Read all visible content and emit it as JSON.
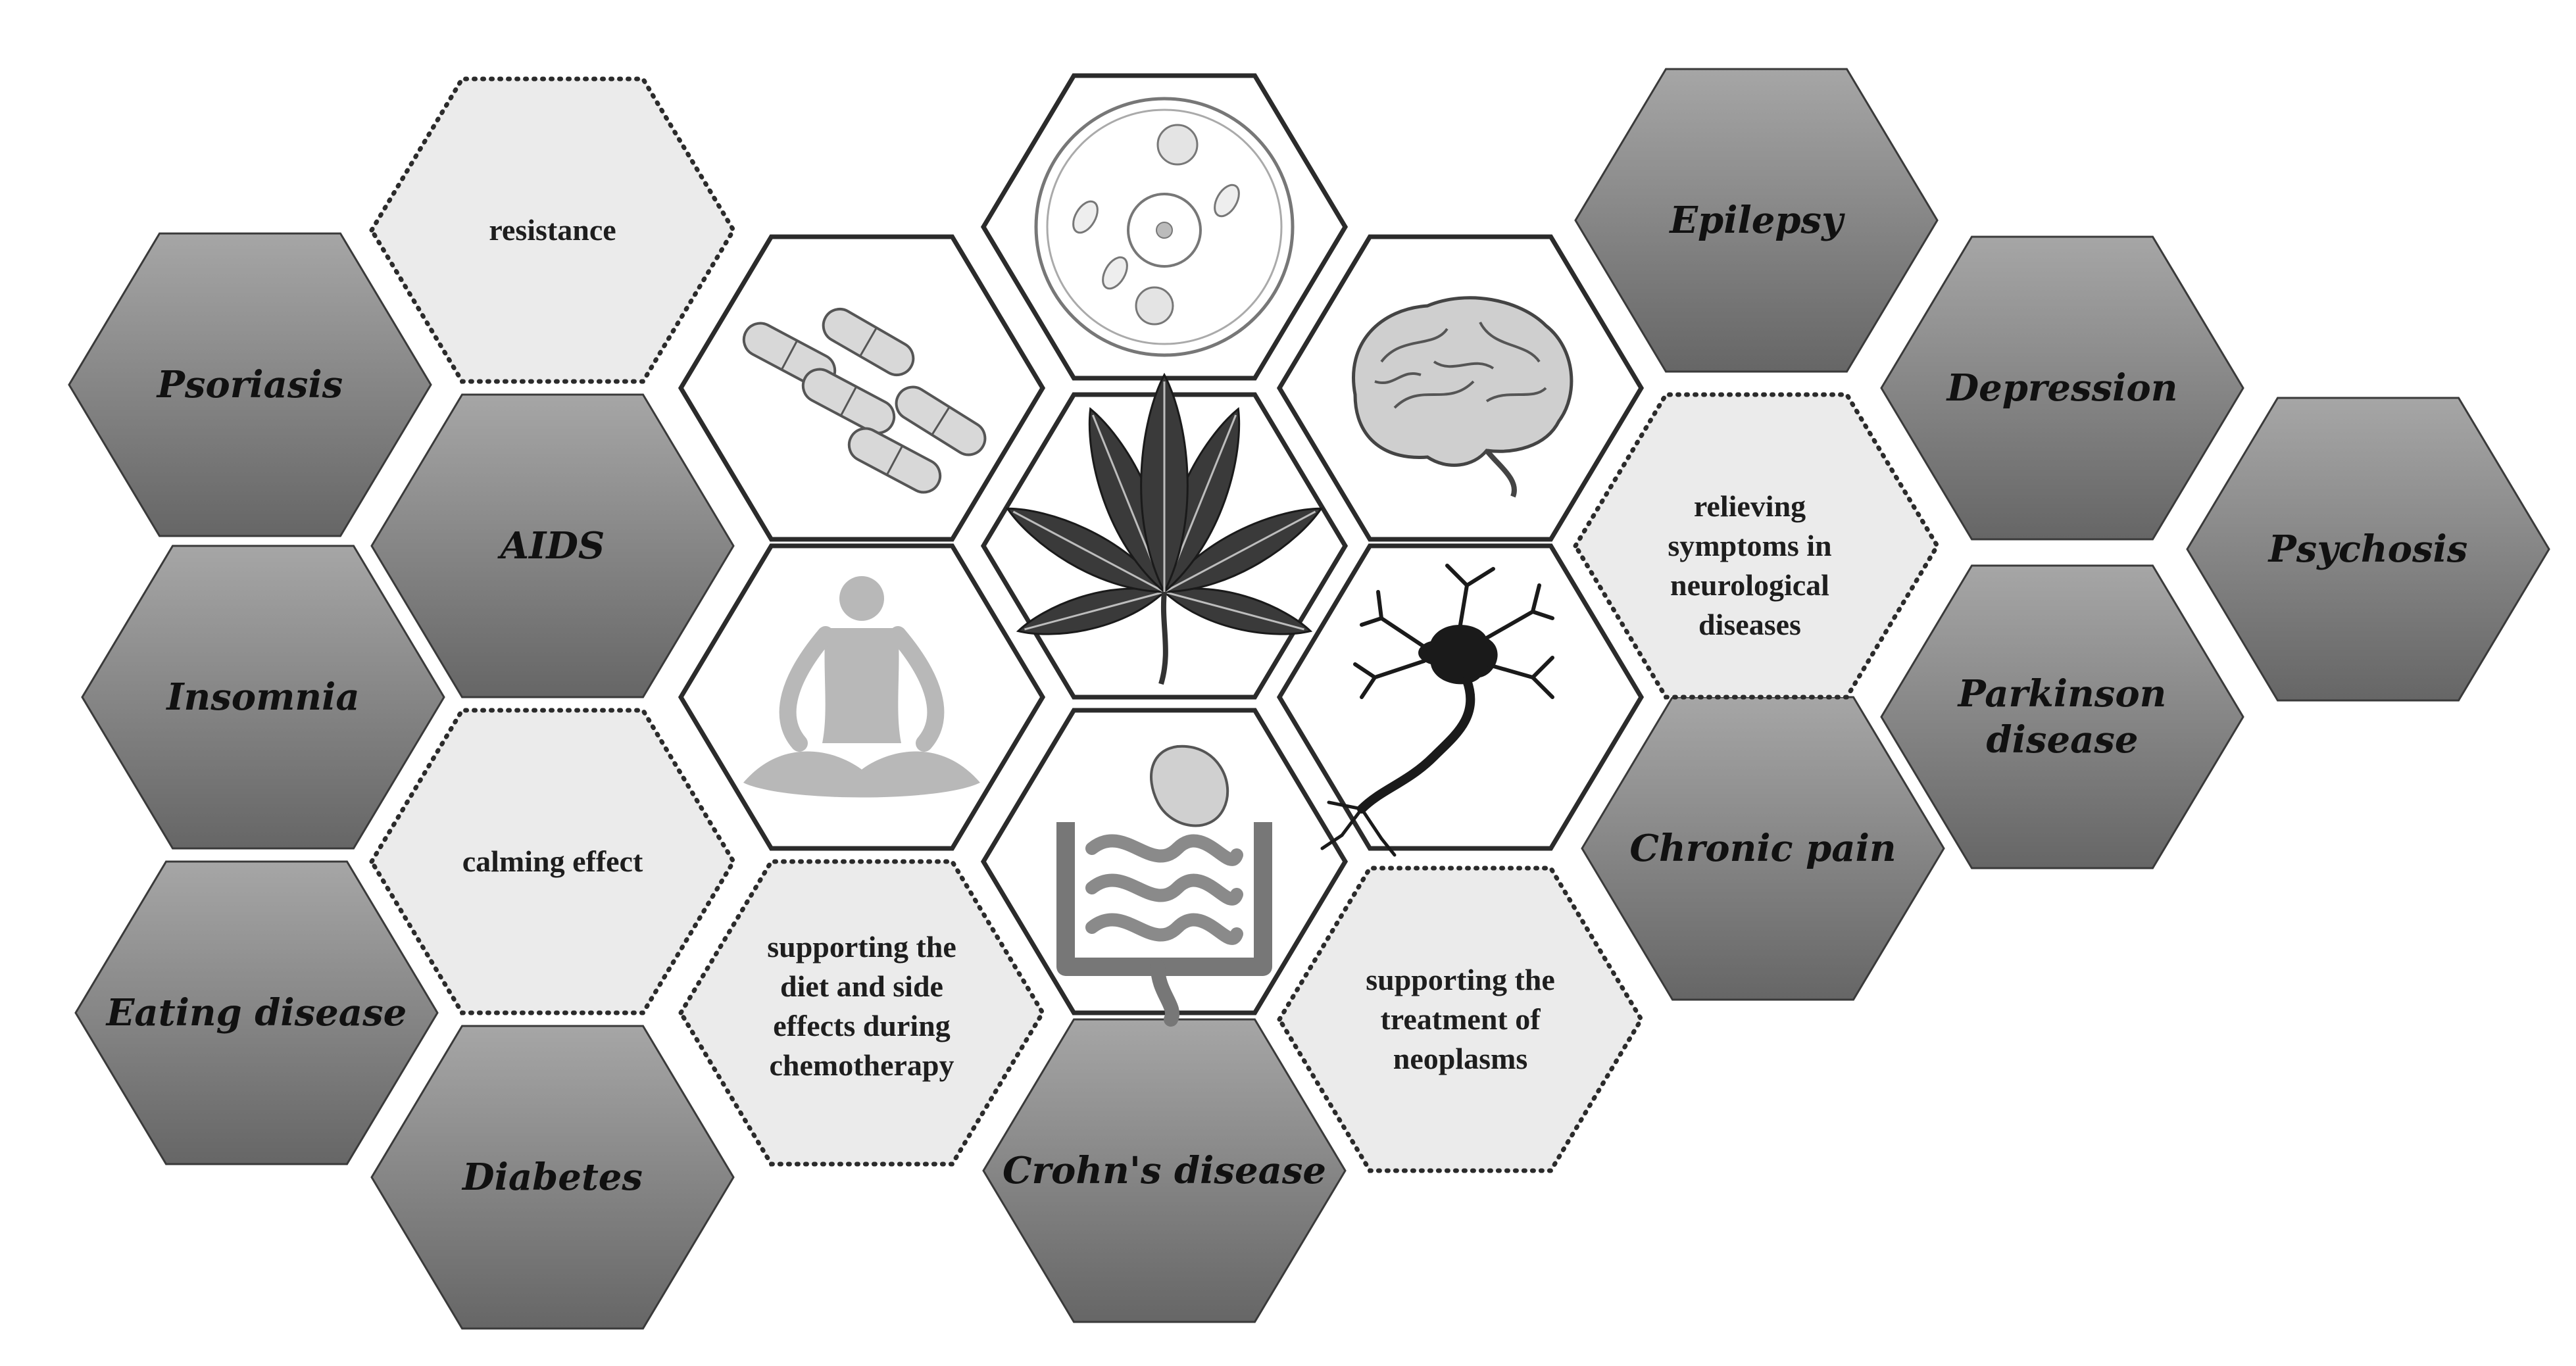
{
  "colors": {
    "disease_fill": "#7c7c7c",
    "disease_fill_light": "#a6a6a6",
    "effect_fill": "#ebebeb",
    "icon_fill": "#ffffff",
    "stroke": "#2b2b2b"
  },
  "diseases": [
    {
      "id": "psoriasis",
      "label": "Psoriasis"
    },
    {
      "id": "aids",
      "label": "AIDS"
    },
    {
      "id": "insomnia",
      "label": "Insomnia"
    },
    {
      "id": "eating-disease",
      "label": "Eating disease"
    },
    {
      "id": "diabetes",
      "label": "Diabetes"
    },
    {
      "id": "crohns-disease",
      "label": "Crohn's disease"
    },
    {
      "id": "chronic-pain",
      "label": "Chronic pain"
    },
    {
      "id": "epilepsy",
      "label": "Epilepsy"
    },
    {
      "id": "depression",
      "label": "Depression"
    },
    {
      "id": "parkinson-disease",
      "label": "Parkinson\ndisease"
    },
    {
      "id": "psychosis",
      "label": "Psychosis"
    }
  ],
  "effects": [
    {
      "id": "resistance",
      "label": "resistance"
    },
    {
      "id": "calming-effect",
      "label": "calming effect"
    },
    {
      "id": "diet-chemotherapy",
      "label": "supporting the\ndiet and side\neffects during\nchemotherapy"
    },
    {
      "id": "neoplasms",
      "label": "supporting the\ntreatment of\nneoplasms"
    },
    {
      "id": "neurological",
      "label": "relieving\nsymptoms in\nneurological\ndiseases"
    }
  ],
  "icons": [
    {
      "id": "cannabis-leaf",
      "icon": "cannabis-leaf-icon"
    },
    {
      "id": "capsules",
      "icon": "capsules-icon"
    },
    {
      "id": "cell",
      "icon": "cell-icon"
    },
    {
      "id": "brain",
      "icon": "brain-icon"
    },
    {
      "id": "neuron",
      "icon": "neuron-icon"
    },
    {
      "id": "meditation",
      "icon": "meditation-icon"
    },
    {
      "id": "intestines",
      "icon": "intestines-icon"
    }
  ]
}
